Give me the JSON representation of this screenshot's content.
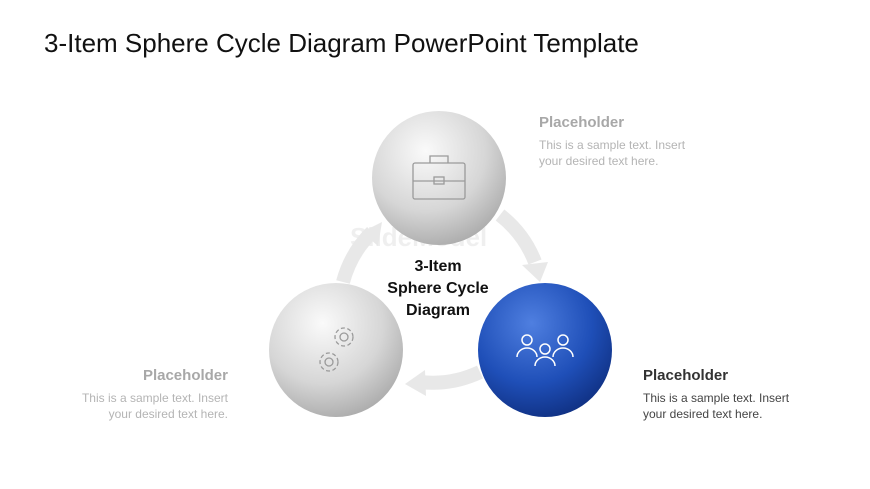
{
  "title": "3-Item Sphere Cycle Diagram PowerPoint Template",
  "watermark": "SlideModel",
  "center": {
    "line1": "3-Item",
    "line2": "Sphere Cycle",
    "line3": "Diagram"
  },
  "items": [
    {
      "heading": "Placeholder",
      "line1": "This is a sample text. Insert",
      "line2": "your desired text here.",
      "icon": "briefcase-icon"
    },
    {
      "heading": "Placeholder",
      "line1": "This is a sample text. Insert",
      "line2": "your desired text here.",
      "icon": "gears-icon"
    },
    {
      "heading": "Placeholder",
      "line1": "This is a sample text. Insert",
      "line2": "your desired text here.",
      "icon": "users-icon"
    }
  ],
  "colors": {
    "accent": "#1f4fb8",
    "sphere_gray": "#d9d9d9",
    "arrow": "#e6e6e6"
  }
}
